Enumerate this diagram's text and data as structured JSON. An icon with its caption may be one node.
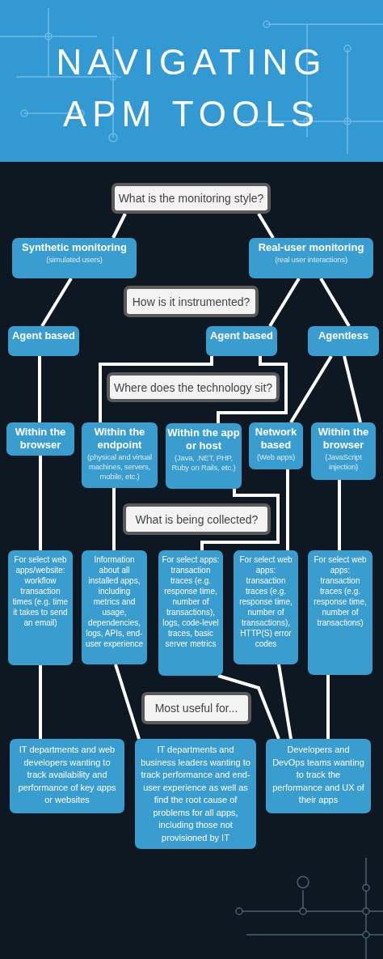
{
  "diagram": {
    "title": "NAVIGATING APM TOOLS",
    "nodes": [
      {
        "text": [
          "What is the monitoring style?"
        ]
      },
      {
        "text": [
          "Synthetic monitoring",
          "(simulated users)"
        ]
      },
      {
        "text": [
          "Real-user monitoring",
          "(real user interactions)"
        ]
      },
      {
        "text": [
          "How is it instrumented?"
        ]
      },
      {
        "text": [
          "Agent based"
        ]
      },
      {
        "text": [
          "Agent based"
        ]
      },
      {
        "text": [
          "Agentless"
        ]
      },
      {
        "text": [
          "Where does the technology sit?"
        ]
      },
      {
        "text": [
          "Within the browser"
        ]
      },
      {
        "text": [
          "Within the endpoint",
          "(physical and virtual machines, servers, mobile, etc.)"
        ]
      },
      {
        "text": [
          "Within the app or host",
          "(Java, .NET, PHP, Ruby on Rails, etc.)"
        ]
      },
      {
        "text": [
          "Network based",
          "(Web apps)"
        ]
      },
      {
        "text": [
          "Within the browser",
          "(JavaScript injection)"
        ]
      },
      {
        "text": [
          "What is being collected?"
        ]
      },
      {
        "text": [
          "For select web apps/website: workflow transaction times (e.g. time it takes to send an email)"
        ]
      },
      {
        "text": [
          "Information about all installed apps, including metrics and usage, dependencies, logs, APIs, end-user experience"
        ]
      },
      {
        "text": [
          "For select apps: transaction traces (e.g. response time, number of transactions), logs, code-level traces, basic server metrics"
        ]
      },
      {
        "text": [
          "For select web apps: transaction traces (e.g. response time, number of transactions), HTTP(S) error codes"
        ]
      },
      {
        "text": [
          "For select web apps: transaction traces (e.g. response time, number of transactions)"
        ]
      },
      {
        "text": [
          "Most useful for..."
        ]
      },
      {
        "text": [
          "IT departments and web developers wanting to track availability and performance of key apps or websites"
        ]
      },
      {
        "text": [
          "IT departments and business leaders wanting to track performance and end-user experience as well as find the root cause of problems for all apps, including those not provisioned by IT"
        ]
      },
      {
        "text": [
          "Developers and DevOps teams wanting to track the performance and UX of their apps"
        ]
      }
    ],
    "edges": [
      {
        "from": 0,
        "to": 1,
        "arrow": "none"
      },
      {
        "from": 0,
        "to": 2,
        "arrow": "none"
      },
      {
        "from": 1,
        "to": 4,
        "arrow": "none"
      },
      {
        "from": 2,
        "to": 5,
        "arrow": "none"
      },
      {
        "from": 2,
        "to": 6,
        "arrow": "none"
      },
      {
        "from": 4,
        "to": 8,
        "arrow": "none"
      },
      {
        "from": 5,
        "to": 9,
        "arrow": "none"
      },
      {
        "from": 5,
        "to": 10,
        "arrow": "none"
      },
      {
        "from": 6,
        "to": 11,
        "arrow": "none"
      },
      {
        "from": 6,
        "to": 12,
        "arrow": "none"
      },
      {
        "from": 8,
        "to": 14,
        "arrow": "none"
      },
      {
        "from": 9,
        "to": 15,
        "arrow": "none"
      },
      {
        "from": 10,
        "to": 16,
        "arrow": "none"
      },
      {
        "from": 11,
        "to": 17,
        "arrow": "none"
      },
      {
        "from": 12,
        "to": 18,
        "arrow": "none"
      },
      {
        "from": 14,
        "to": 20,
        "arrow": "none"
      },
      {
        "from": 15,
        "to": 21,
        "arrow": "none"
      },
      {
        "from": 16,
        "to": 22,
        "arrow": "none"
      },
      {
        "from": 17,
        "to": 22,
        "arrow": "none"
      },
      {
        "from": 18,
        "to": 22,
        "arrow": "none"
      }
    ]
  }
}
